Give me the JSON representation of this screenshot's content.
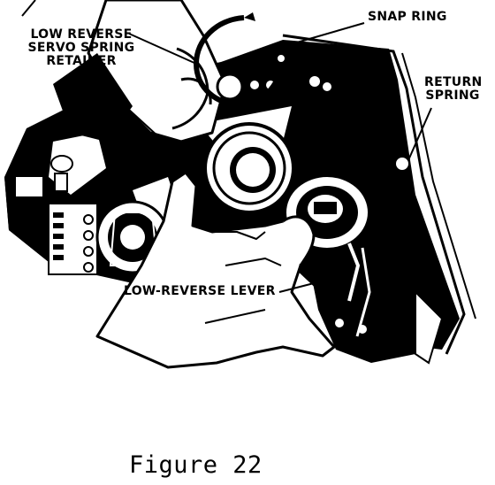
{
  "figure": {
    "caption": "Figure 22",
    "callouts": {
      "retainer": [
        "LOW REVERSE",
        "SERVO SPRING",
        "RETAINER"
      ],
      "snap_ring": "SNAP RING",
      "return_spring": [
        "RETURN",
        "SPRING"
      ],
      "lever": "LOW-REVERSE LEVER"
    }
  },
  "style": {
    "ink": "#000000",
    "paper": "#ffffff"
  }
}
